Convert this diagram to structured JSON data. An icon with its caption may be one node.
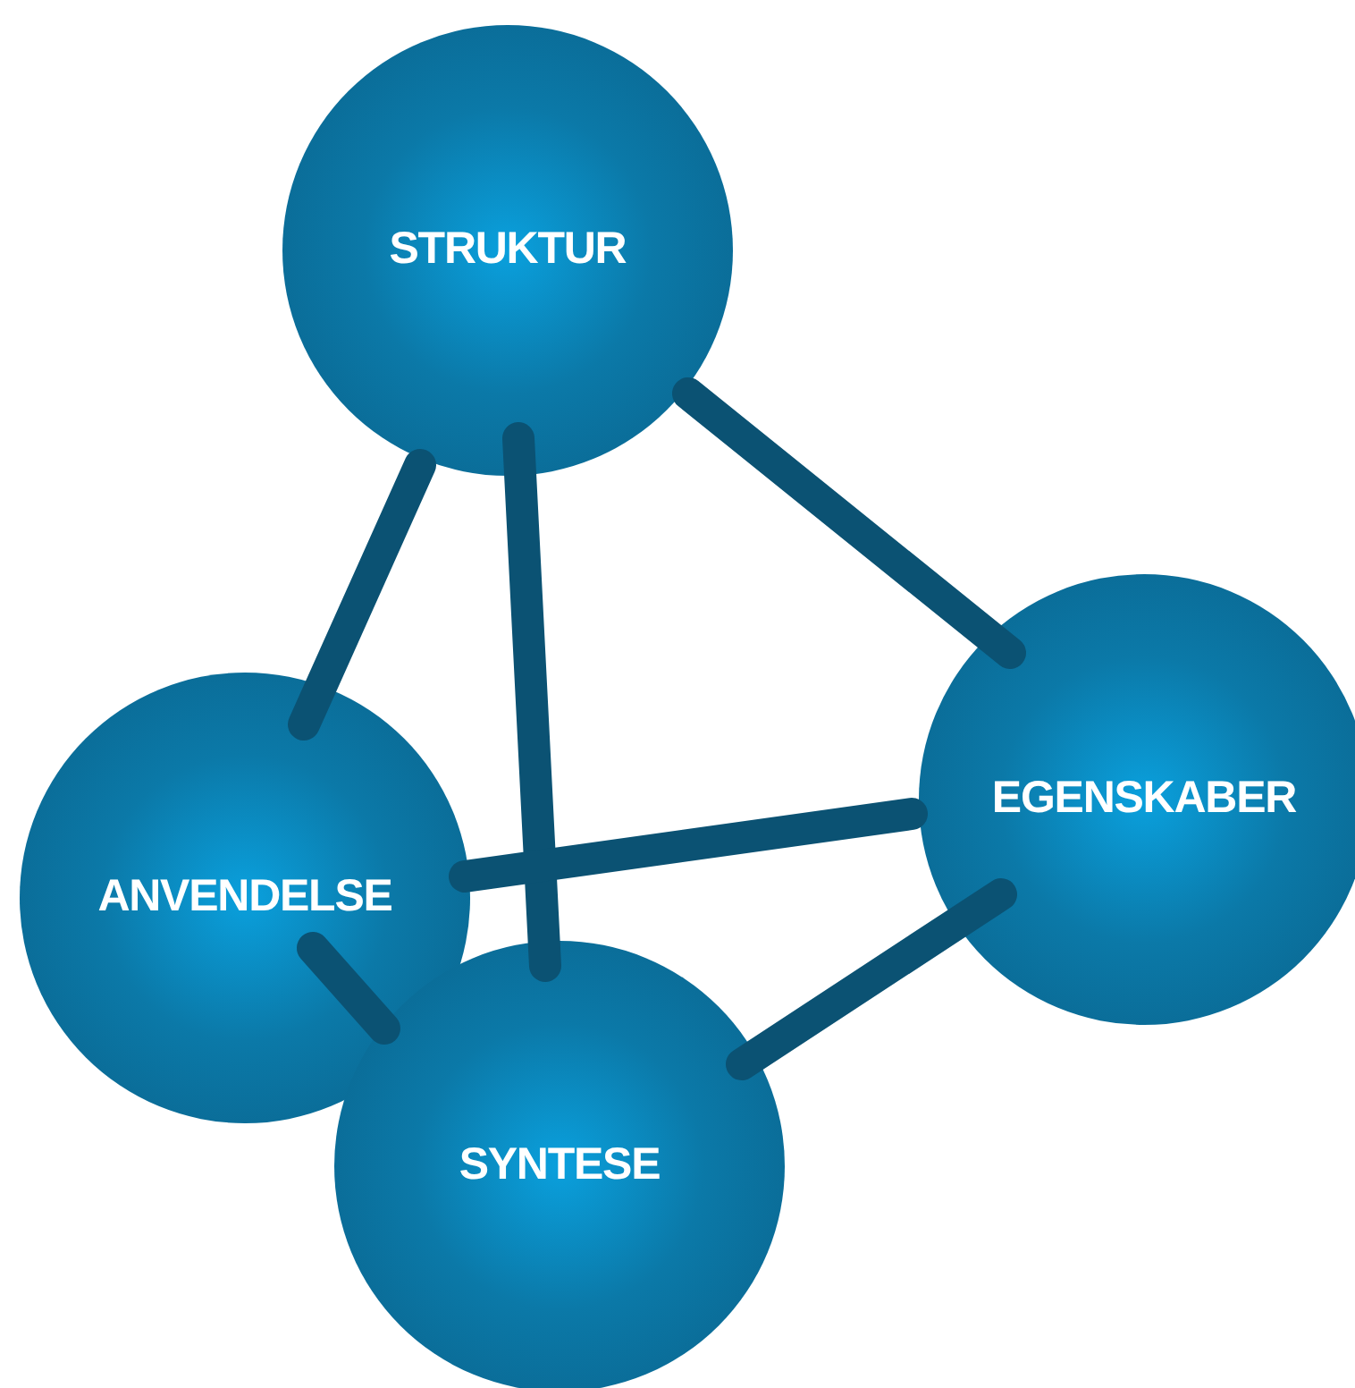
{
  "diagram": {
    "nodes": [
      {
        "text": [
          "STRUKTUR"
        ]
      },
      {
        "text": [
          "ANVENDELSE"
        ]
      },
      {
        "text": [
          "EGENSKABER"
        ]
      },
      {
        "text": [
          "SYNTESE"
        ]
      }
    ],
    "edges": [
      {
        "from": 0,
        "to": 1,
        "arrow": "none"
      },
      {
        "from": 0,
        "to": 3,
        "arrow": "none"
      },
      {
        "from": 0,
        "to": 2,
        "arrow": "none"
      },
      {
        "from": 1,
        "to": 2,
        "arrow": "none"
      },
      {
        "from": 1,
        "to": 3,
        "arrow": "none"
      },
      {
        "from": 3,
        "to": 2,
        "arrow": "none"
      }
    ]
  }
}
